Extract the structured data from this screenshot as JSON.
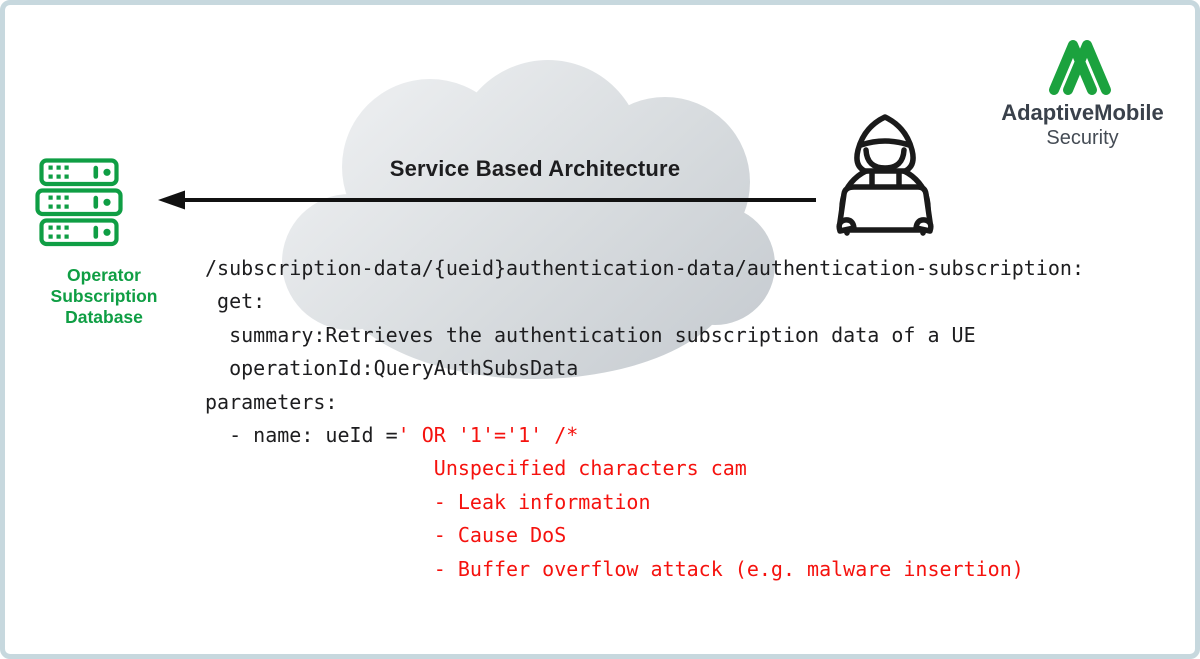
{
  "colors": {
    "brand_green": "#1ba23e",
    "db_green": "#0f9e44",
    "alert_red": "#f5120e",
    "ink": "#1d1d1f",
    "logo_text": "#3a414b",
    "frame_border": "#c7d8de",
    "cloud_light": "#e9ecee",
    "cloud_dark": "#c8cdd2"
  },
  "logo": {
    "brand": "AdaptiveMobile",
    "sub": "Security"
  },
  "cloud": {
    "title": "Service Based Architecture"
  },
  "database": {
    "labels": [
      "Operator",
      "Subscription",
      "Database"
    ]
  },
  "code": {
    "lines": [
      {
        "black": "/subscription-data/{ueid}authentication-data/authentication-subscription:",
        "red": ""
      },
      {
        "black": " get:",
        "red": ""
      },
      {
        "black": "  summary:Retrieves the authentication subscription data of a UE",
        "red": ""
      },
      {
        "black": "  operationId:QueryAuthSubsData",
        "red": ""
      },
      {
        "black": "parameters:",
        "red": ""
      },
      {
        "black": "  - name: ueId =",
        "red": "' OR '1'='1' /*"
      },
      {
        "black": "",
        "red": "                   Unspecified characters cam"
      },
      {
        "black": "",
        "red": "                   - Leak information"
      },
      {
        "black": "",
        "red": "                   - Cause DoS"
      },
      {
        "black": "",
        "red": "                   - Buffer overflow attack (e.g. malware insertion)"
      }
    ]
  }
}
